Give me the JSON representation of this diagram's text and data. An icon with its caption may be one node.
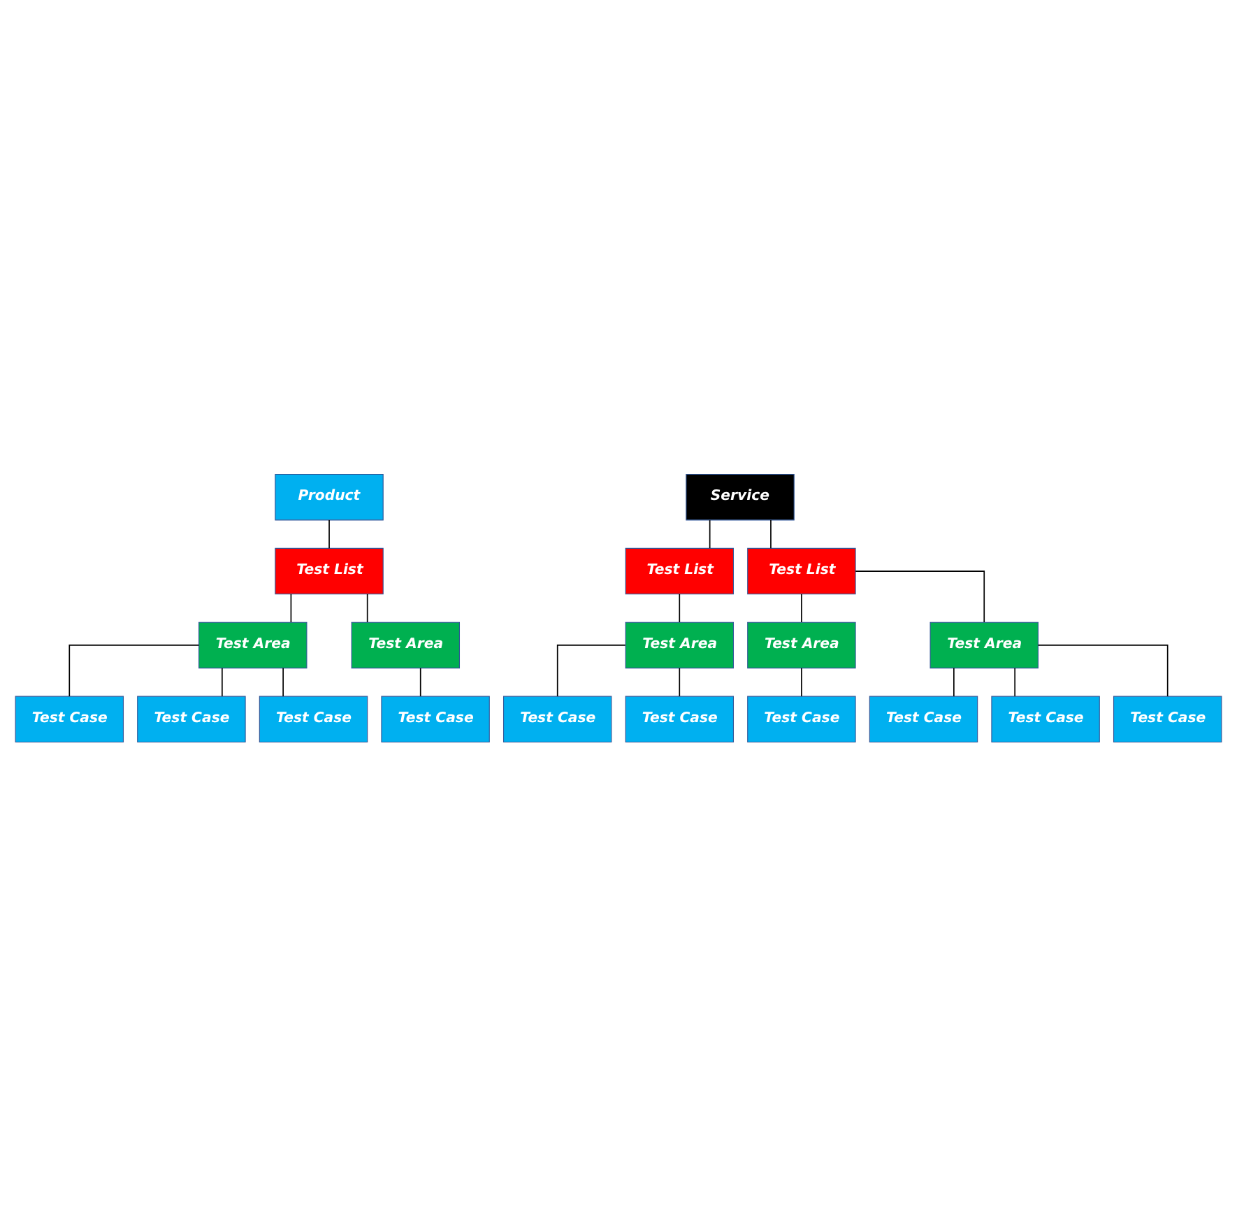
{
  "diagram": {
    "nodes": [
      {
        "text": [
          "Product"
        ]
      },
      {
        "text": [
          "Service"
        ]
      },
      {
        "text": [
          "Test List"
        ]
      },
      {
        "text": [
          "Test List"
        ]
      },
      {
        "text": [
          "Test List"
        ]
      },
      {
        "text": [
          "Test Area"
        ]
      },
      {
        "text": [
          "Test Area"
        ]
      },
      {
        "text": [
          "Test Area"
        ]
      },
      {
        "text": [
          "Test Area"
        ]
      },
      {
        "text": [
          "Test Area"
        ]
      },
      {
        "text": [
          "Test Case"
        ]
      },
      {
        "text": [
          "Test Case"
        ]
      },
      {
        "text": [
          "Test Case"
        ]
      },
      {
        "text": [
          "Test Case"
        ]
      },
      {
        "text": [
          "Test Case"
        ]
      },
      {
        "text": [
          "Test Case"
        ]
      },
      {
        "text": [
          "Test Case"
        ]
      },
      {
        "text": [
          "Test Case"
        ]
      },
      {
        "text": [
          "Test Case"
        ]
      },
      {
        "text": [
          "Test Case"
        ]
      }
    ],
    "edges": [
      {
        "from": 0,
        "to": 2,
        "arrow": "none"
      },
      {
        "from": 1,
        "to": 3,
        "arrow": "none"
      },
      {
        "from": 1,
        "to": 4,
        "arrow": "none"
      },
      {
        "from": 2,
        "to": 5,
        "arrow": "none"
      },
      {
        "from": 2,
        "to": 6,
        "arrow": "none"
      },
      {
        "from": 3,
        "to": 7,
        "arrow": "none"
      },
      {
        "from": 4,
        "to": 8,
        "arrow": "none"
      },
      {
        "from": 4,
        "to": 9,
        "arrow": "none"
      },
      {
        "from": 6,
        "to": 10,
        "arrow": "none"
      },
      {
        "from": 8,
        "to": 11,
        "arrow": "none"
      },
      {
        "from": 5,
        "to": 12,
        "arrow": "none"
      },
      {
        "from": 7,
        "to": 13,
        "arrow": "none"
      },
      {
        "from": 9,
        "to": 14,
        "arrow": "none"
      },
      {
        "from": 5,
        "to": 15,
        "arrow": "none"
      },
      {
        "from": 7,
        "to": 16,
        "arrow": "none"
      },
      {
        "from": 9,
        "to": 17,
        "arrow": "none"
      },
      {
        "from": 5,
        "to": 18,
        "arrow": "none"
      },
      {
        "from": 9,
        "to": 19,
        "arrow": "none"
      }
    ]
  }
}
